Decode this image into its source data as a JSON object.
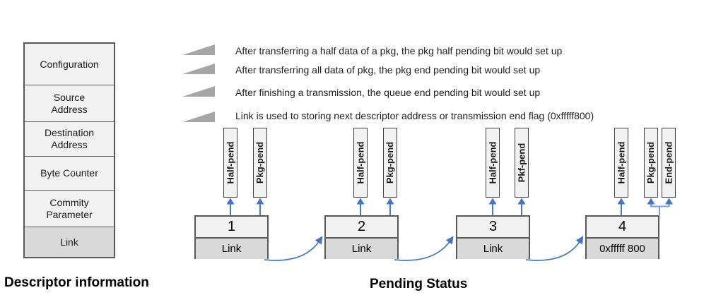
{
  "left_panel": {
    "title": "Descriptor information",
    "rows": [
      "Configuration",
      "Source Address",
      "Destination Address",
      "Byte Counter",
      "Commity Parameter",
      "Link"
    ]
  },
  "notes": [
    "After transferring a half data of a pkg, the pkg half pending bit would set up",
    "After transferring all data of pkg,  the pkg end pending bit would set up",
    "After finishing a transmission, the queue end pending bit would set up",
    "Link is used to storing next descriptor address or transmission end flag (0xfffff800)"
  ],
  "pending": {
    "title": "Pending Status",
    "nodes": [
      {
        "number": "1",
        "link": "Link",
        "flags": [
          "Half-pend",
          "Pkg-pend"
        ]
      },
      {
        "number": "2",
        "link": "Link",
        "flags": [
          "Half-pend",
          "Pkg-pend"
        ]
      },
      {
        "number": "3",
        "link": "Link",
        "flags": [
          "Half-pend",
          "Pkf-pend"
        ]
      },
      {
        "number": "4",
        "link": "0xfffff 800",
        "flags": [
          "Half-pend",
          "Pkg-pend",
          "End-pend"
        ]
      }
    ]
  },
  "colors": {
    "arrow_blue": "#4472c4",
    "row_fill": "#f2f2f2",
    "link_row_fill": "#d9d9d9",
    "box_border": "#595959",
    "bullet_gray": "#a6a6a6"
  }
}
